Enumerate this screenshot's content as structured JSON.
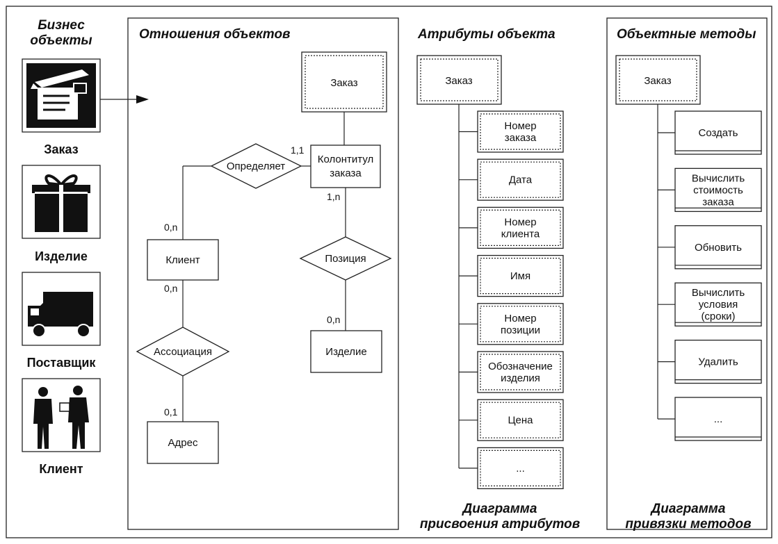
{
  "business_objects": {
    "heading": [
      "Бизнес",
      "объекты"
    ],
    "items": [
      {
        "label": "Заказ",
        "icon": "order-pen-icon"
      },
      {
        "label": "Изделие",
        "icon": "gift-box-icon"
      },
      {
        "label": "Поставщик",
        "icon": "truck-icon"
      },
      {
        "label": "Клиент",
        "icon": "people-icon"
      }
    ]
  },
  "relations": {
    "title": "Отношения объектов",
    "entities": {
      "order": "Заказ",
      "header": [
        "Колонтитул",
        "заказа"
      ],
      "client": "Клиент",
      "product": "Изделие",
      "address": "Адрес"
    },
    "relationships": {
      "defines": "Определяет",
      "position": "Позиция",
      "association": "Ассоциация"
    },
    "cardinalities": {
      "header_one": "1,1",
      "header_many": "1,n",
      "client_top": "0,n",
      "client_bottom": "0,n",
      "product": "0,n",
      "address": "0,1"
    }
  },
  "attributes": {
    "title": "Атрибуты объекта",
    "root": "Заказ",
    "items": [
      [
        "Номер",
        "заказа"
      ],
      [
        "Дата"
      ],
      [
        "Номер",
        "клиента"
      ],
      [
        "Имя"
      ],
      [
        "Номер",
        "позиции"
      ],
      [
        "Обозначение",
        "изделия"
      ],
      [
        "Цена"
      ],
      [
        "..."
      ]
    ],
    "footer": [
      "Диаграмма",
      "присвоения атрибутов"
    ]
  },
  "methods": {
    "title": "Объектные методы",
    "root": "Заказ",
    "items": [
      [
        "Создать"
      ],
      [
        "Вычислить",
        "стоимость",
        "заказа"
      ],
      [
        "Обновить"
      ],
      [
        "Вычислить",
        "условия",
        "(сроки)"
      ],
      [
        "Удалить"
      ],
      [
        "..."
      ]
    ],
    "footer": [
      "Диаграмма",
      "привязки методов"
    ]
  }
}
